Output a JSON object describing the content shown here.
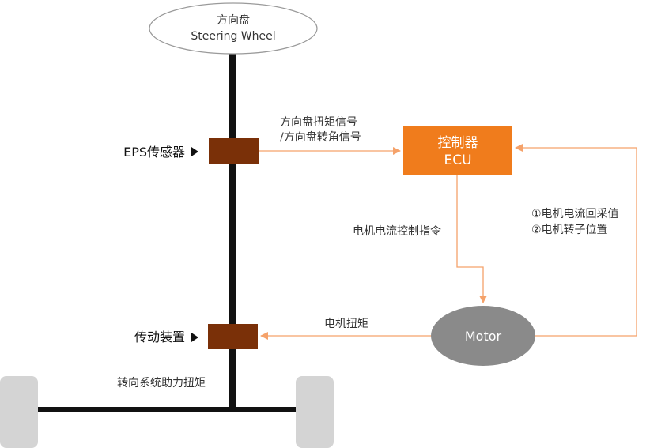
{
  "colors": {
    "background": "#ffffff",
    "shaft": "#111111",
    "block": "#7a3008",
    "ecu": "#f07c1c",
    "motor": "#8a8a8a",
    "arrow": "#f5a26a",
    "wheel": "#d4d4d4"
  },
  "steering_wheel": {
    "label_cn": "方向盘",
    "label_en": "Steering Wheel"
  },
  "sensor": {
    "label": "EPS传感器",
    "pointer_icon": "triangle-right-icon"
  },
  "transmission": {
    "label": "传动装置",
    "pointer_icon": "triangle-right-icon"
  },
  "ecu": {
    "label_cn": "控制器",
    "label_en": "ECU"
  },
  "motor": {
    "label": "Motor"
  },
  "signals": {
    "sensor_to_ecu_line1": "方向盘扭矩信号",
    "sensor_to_ecu_line2": "/方向盘转角信号",
    "ecu_to_motor": "电机电流控制指令",
    "motor_feedback_line1": "①电机电流回采值",
    "motor_feedback_line2": "②电机转子位置",
    "motor_torque": "电机扭矩",
    "assist_torque": "转向系统助力扭矩"
  }
}
